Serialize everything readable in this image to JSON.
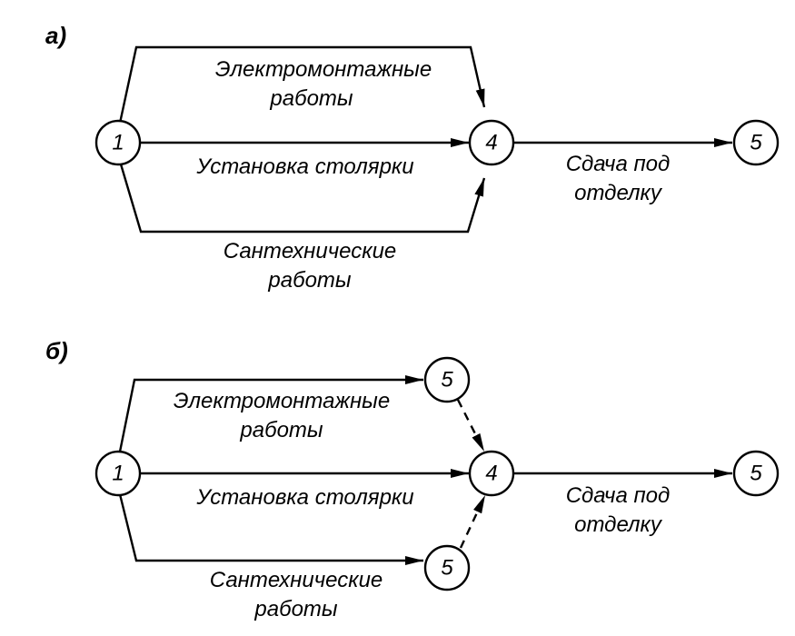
{
  "panel_a": {
    "label": "а)",
    "nodes": {
      "start": "1",
      "merge": "4",
      "end": "5"
    },
    "edges": {
      "top": [
        "Электромонтажные",
        "работы"
      ],
      "middle": "Установка столярки",
      "bottom": [
        "Сантехнические",
        "работы"
      ],
      "final": [
        "Сдача под",
        "отделку"
      ]
    }
  },
  "panel_b": {
    "label": "б)",
    "nodes": {
      "start": "1",
      "upper": "5",
      "lower": "5",
      "merge": "4",
      "end": "5"
    },
    "edges": {
      "top": [
        "Электромонтажные",
        "работы"
      ],
      "middle": "Установка столярки",
      "bottom": [
        "Сантехнические",
        "работы"
      ],
      "final": [
        "Сдача под",
        "отделку"
      ]
    }
  },
  "colors": {
    "ink": "#000000",
    "background": "#ffffff"
  }
}
